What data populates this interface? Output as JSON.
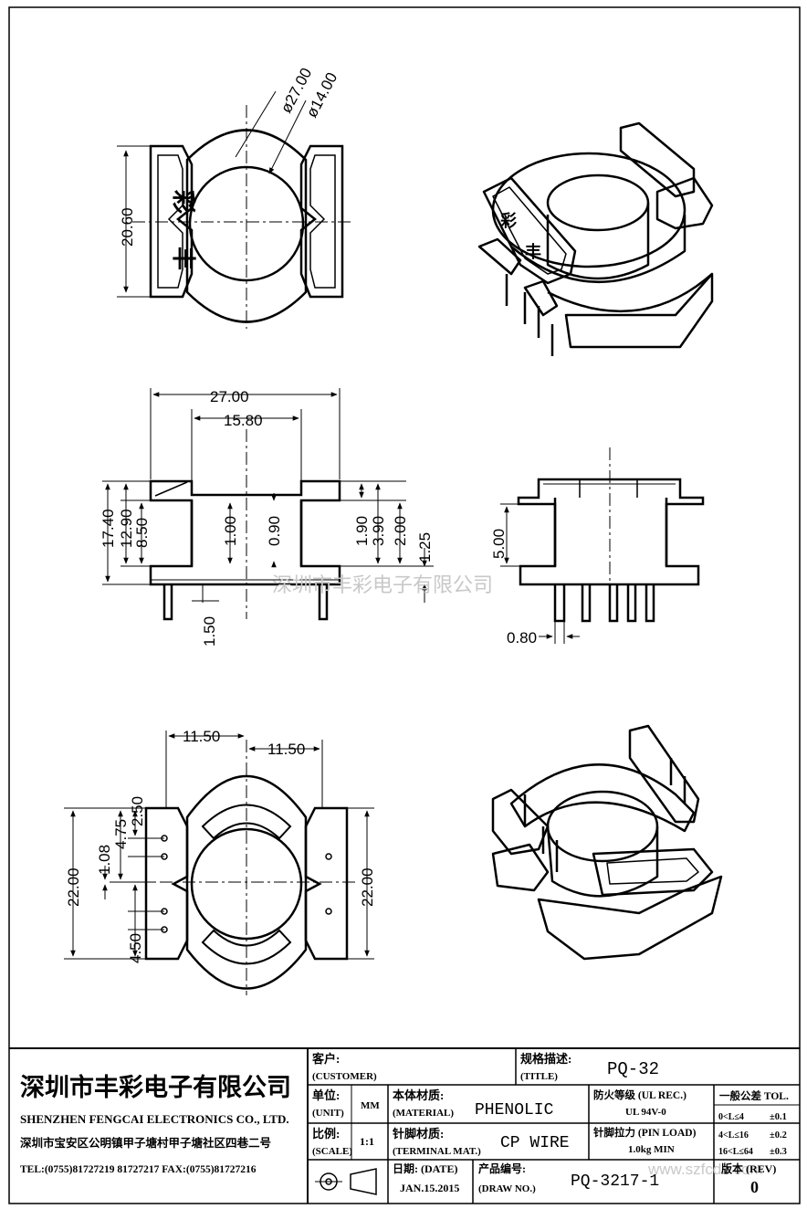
{
  "views": {
    "top": {
      "dims": {
        "d_outer": "ø27.00",
        "d_inner": "ø14.00",
        "height": "20.60"
      },
      "marking": [
        "丰",
        "彩"
      ]
    },
    "front": {
      "dims": {
        "width_outer": "27.00",
        "width_inner": "15.80",
        "h_total": "17.40",
        "h_body": "12.90",
        "h_window": "8.50",
        "flange": "1.00",
        "wall": "0.90",
        "d190": "1.90",
        "d390": "3.90",
        "d200": "2.00",
        "d125": "1.25",
        "pin_len": "1.50"
      }
    },
    "side": {
      "dims": {
        "h": "5.00",
        "pin_w": "0.80"
      }
    },
    "bottom": {
      "dims": {
        "half_left": "11.50",
        "half_right": "11.50",
        "h_left": "22.00",
        "h_right": "22.00",
        "p250": "2.50",
        "p475": "4.75",
        "p108": "1.08",
        "p450": "4.50"
      }
    }
  },
  "watermark_text": "深圳市丰彩电子有限公司",
  "watermark_url": "www.szfcdz.com",
  "title_block": {
    "company_cn": "深圳市丰彩电子有限公司",
    "company_en": "SHENZHEN FENGCAI ELECTRONICS CO., LTD.",
    "address": "深圳市宝安区公明镇甲子塘村甲子塘社区四巷二号",
    "contact": "TEL:(0755)81727219   81727217   FAX:(0755)81727216",
    "customer_label": "客户:",
    "customer_label_en": "(CUSTOMER)",
    "title_label": "规格描述:",
    "title_label_en": "(TITLE)",
    "title_value": "PQ-32",
    "unit_label": "单位:",
    "unit_label_en": "(UNIT)",
    "unit_value": "MM",
    "material_label": "本体材质:",
    "material_label_en": "(MATERIAL)",
    "material_value": "PHENOLIC",
    "ul_label": "防火等级 (UL REC.)",
    "ul_value": "UL 94V-0",
    "tol_label": "一般公差  TOL.",
    "tol_rows": [
      {
        "range": "0<L≤4",
        "val": "±0.1"
      },
      {
        "range": "4<L≤16",
        "val": "±0.2"
      },
      {
        "range": "16<L≤64",
        "val": "±0.3"
      }
    ],
    "scale_label": "比例:",
    "scale_label_en": "(SCALE)",
    "scale_value": "1:1",
    "terminal_label": "针脚材质:",
    "terminal_label_en": "(TERMINAL MAT.)",
    "terminal_value": "CP WIRE",
    "pinload_label": "针脚拉力 (PIN LOAD)",
    "pinload_value": "1.0kg MIN",
    "date_label": "日期:   (DATE)",
    "date_value": "JAN.15.2015",
    "drawno_label": "产品编号:",
    "drawno_label_en": "(DRAW NO.)",
    "drawno_value": "PQ-3217-1",
    "rev_label": "版本 (REV)",
    "rev_value": "0"
  }
}
